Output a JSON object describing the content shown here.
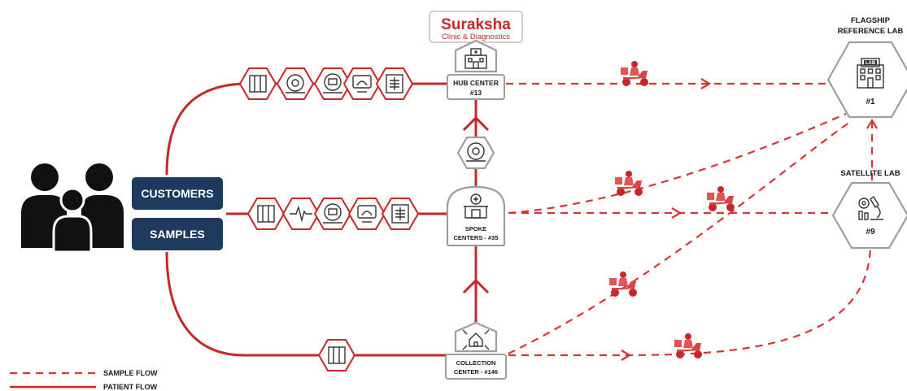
{
  "brand": {
    "logo_name": "Suraksha",
    "logo_tagline": "Clinic & Diagnostics"
  },
  "nodes": {
    "hub": {
      "label": "HUB CENTER",
      "count": "#13"
    },
    "spoke": {
      "label_line1": "SPOKE",
      "label_line2": "CENTERS - #35"
    },
    "collection": {
      "label_line1": "COLLECTION",
      "label_line2": "CENTER - #146"
    },
    "flagship": {
      "title_line1": "FLAGSHIP",
      "title_line2": "REFERENCE LAB",
      "count": "#1"
    },
    "satellite": {
      "title": "SATELLITE LAB",
      "count": "#9"
    }
  },
  "pills": {
    "customers": "CUSTOMERS",
    "samples": "SAMPLES"
  },
  "legend": {
    "sample_flow": "SAMPLE FLOW",
    "patient_flow": "PATIENT FLOW"
  },
  "colors": {
    "accent_red": "#c62828",
    "pill_navy": "#1f3a5f",
    "node_grey": "#9e9e9e"
  }
}
